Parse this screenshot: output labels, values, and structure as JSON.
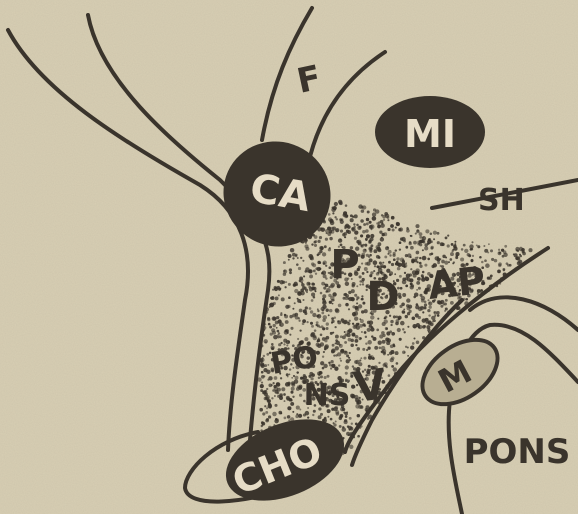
{
  "labels": {
    "f": "F",
    "mi": "MI",
    "ca": "CA",
    "sh": "SH",
    "p": "P",
    "d": "D",
    "ap": "AP",
    "po": "PO",
    "ns": "NS",
    "v": "V",
    "m": "M",
    "cho": "CHO",
    "pons": "PONS"
  },
  "colors": {
    "paper": "#d8cfb4",
    "ink": "#3a342c",
    "label_on_dark": "#e6dcc6"
  }
}
